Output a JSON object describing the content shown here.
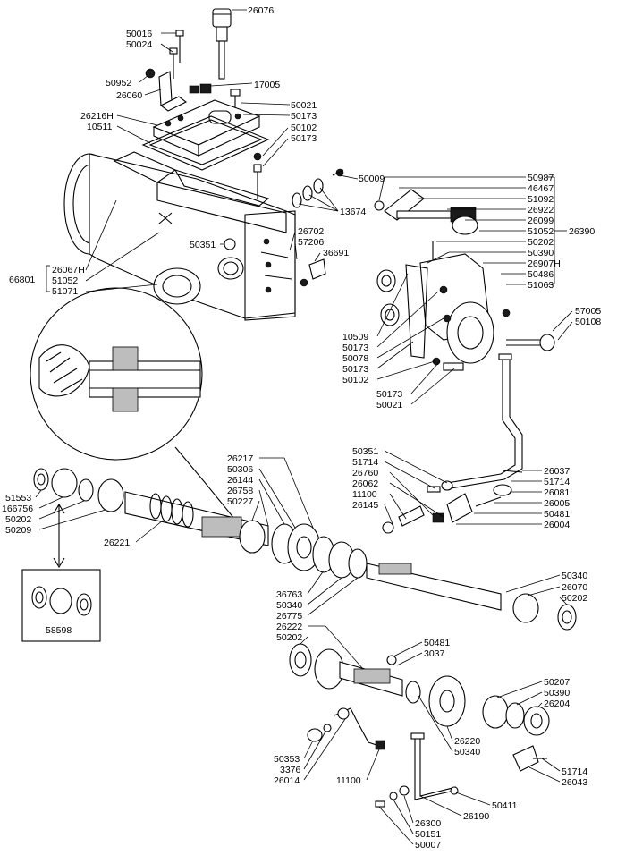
{
  "labels": {
    "l26076": "26076",
    "l50016": "50016",
    "l50024": "50024",
    "l50952": "50952",
    "l26060": "26060",
    "l17005": "17005",
    "l50021a": "50021",
    "l50173a": "50173",
    "l26216H": "26216H",
    "l10511": "10511",
    "l50102a": "50102",
    "l50173b": "50173",
    "l50009": "50009",
    "l13674": "13674",
    "l50351a": "50351",
    "l26702": "26702",
    "l57206": "57206",
    "l36691": "36691",
    "l66801": "66801",
    "l26067H": "26067H",
    "l51052a": "51052",
    "l51071": "51071",
    "l50987": "50987",
    "l46467": "46467",
    "l51092": "51092",
    "l26922": "26922",
    "l26099": "26099",
    "l51052b": "51052",
    "l50202a": "50202",
    "l50390a": "50390",
    "l26907H": "26907H",
    "l50486": "50486",
    "l51063": "51063",
    "l26390": "26390",
    "l57005": "57005",
    "l50108": "50108",
    "l10509": "10509",
    "l50173c": "50173",
    "l50078": "50078",
    "l50173d": "50173",
    "l50102b": "50102",
    "l50173e": "50173",
    "l50021b": "50021",
    "l50351b": "50351",
    "l51714a": "51714",
    "l26760": "26760",
    "l26062": "26062",
    "l11100a": "11100",
    "l26145": "26145",
    "l26037": "26037",
    "l51714b": "51714",
    "l26081": "26081",
    "l26005": "26005",
    "l50481a": "50481",
    "l26004": "26004",
    "l51553": "51553",
    "l166756": "166756",
    "l50202b": "50202",
    "l50209": "50209",
    "l26221": "26221",
    "l26217": "26217",
    "l50306": "50306",
    "l26144": "26144",
    "l26758": "26758",
    "l50227": "50227",
    "l36763": "36763",
    "l50340a": "50340",
    "l26775": "26775",
    "l50340b": "50340",
    "l26070": "26070",
    "l50202c": "50202",
    "l58598": "58598",
    "l26222": "26222",
    "l50202d": "50202",
    "l50481b": "50481",
    "l3037": "3037",
    "l50207": "50207",
    "l50390b": "50390",
    "l26204": "26204",
    "l26220": "26220",
    "l50340c": "50340",
    "l50353": "50353",
    "l3376": "3376",
    "l26014": "26014",
    "l11100b": "11100",
    "l51714c": "51714",
    "l26043": "26043",
    "l50411": "50411",
    "l26190": "26190",
    "l26300": "26300",
    "l50151": "50151",
    "l50007": "50007"
  }
}
